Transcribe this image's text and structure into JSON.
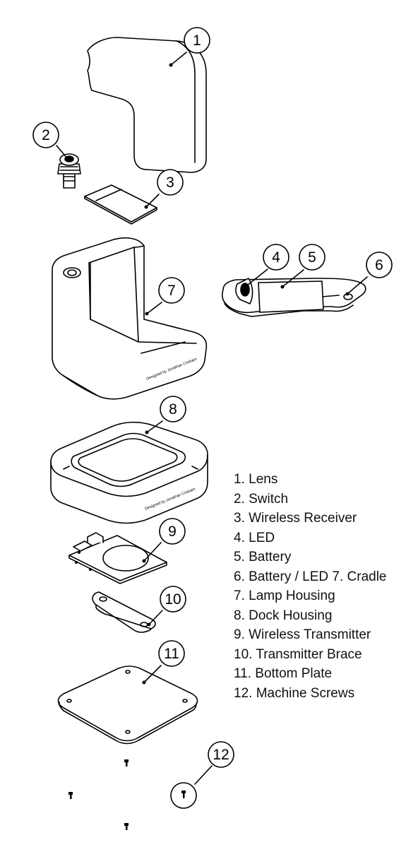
{
  "callouts": [
    "1",
    "2",
    "3",
    "4",
    "5",
    "6",
    "7",
    "8",
    "9",
    "10",
    "11",
    "12"
  ],
  "housing_engraving": "Designed by Jonathan Crisbam",
  "legend": [
    "1. Lens",
    "2. Switch",
    "3. Wireless Receiver",
    "4. LED",
    "5. Battery",
    "6. Battery / LED 7. Cradle",
    "7. Lamp Housing",
    "8. Dock Housing",
    "9. Wireless Transmitter",
    "10. Transmitter Brace",
    "11. Bottom Plate",
    "12. Machine Screws"
  ]
}
